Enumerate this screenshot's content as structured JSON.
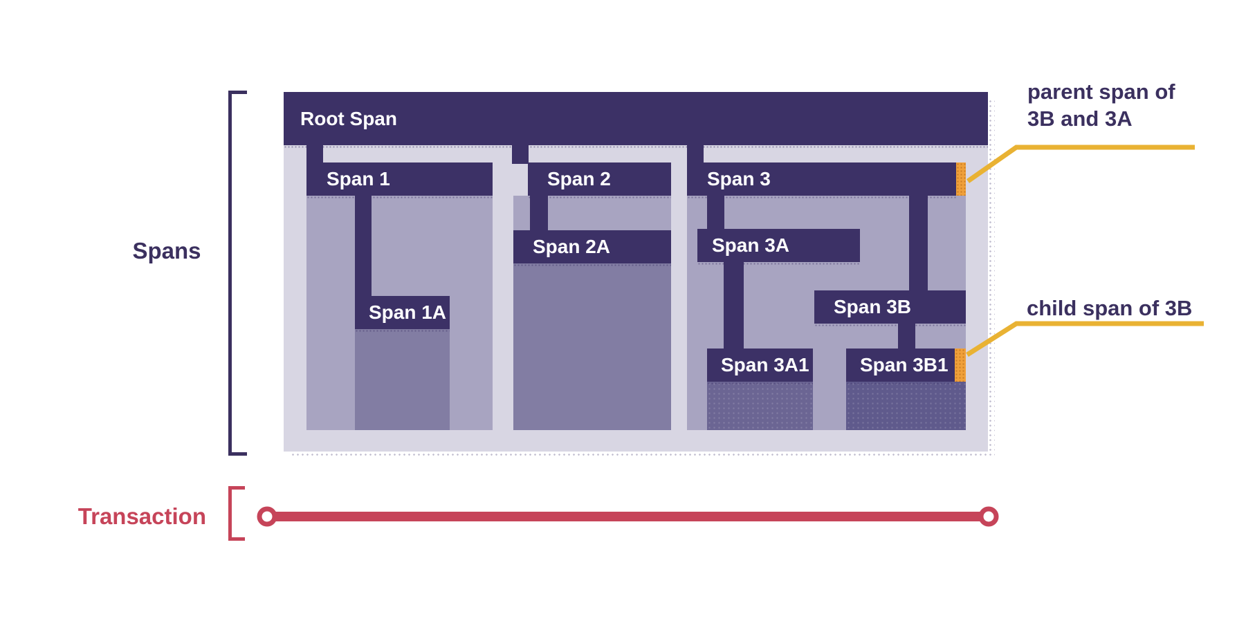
{
  "sidebar": {
    "spans_label": "Spans",
    "transaction_label": "Transaction"
  },
  "diagram": {
    "root_span": {
      "label": "Root Span"
    },
    "spans": [
      {
        "label": "Span 1",
        "children": [
          {
            "label": "Span 1A"
          }
        ]
      },
      {
        "label": "Span 2",
        "children": [
          {
            "label": "Span 2A"
          }
        ]
      },
      {
        "label": "Span 3",
        "children": [
          {
            "label": "Span 3A",
            "children": [
              {
                "label": "Span 3A1"
              }
            ]
          },
          {
            "label": "Span 3B",
            "children": [
              {
                "label": "Span 3B1"
              }
            ]
          }
        ]
      }
    ]
  },
  "annotations": {
    "parent_line1": "parent span of",
    "parent_line2": "3B and 3A",
    "child": "child span of 3B"
  },
  "colors": {
    "bar-dark": "#3c3166",
    "panel-light": "#d8d6e3",
    "fill-medium": "#a8a4c1",
    "fill-sub": "#827da3",
    "fill-deep-a": "#6b6593",
    "fill-deep-b": "#5f5a8c",
    "marker-orange": "#f0a03a",
    "annotation-yellow": "#e9b233",
    "transaction-red": "#c64459",
    "text-navy": "#3b305f",
    "text-white": "#ffffff"
  }
}
